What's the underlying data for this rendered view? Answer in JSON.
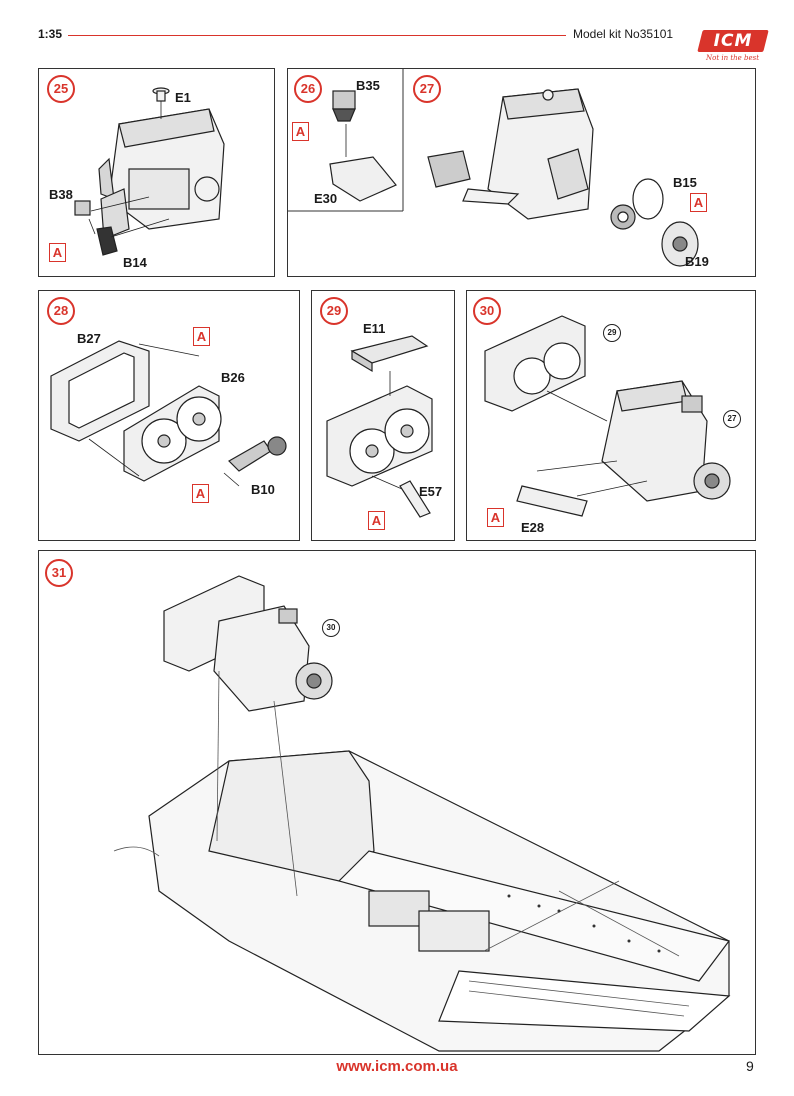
{
  "header": {
    "scale": "1:35",
    "kit": "Model kit No35101",
    "logo": "ICM",
    "logo_tagline": "Not in the best",
    "accent_color": "#d9342b"
  },
  "steps": [
    {
      "num": "25",
      "parts": {
        "e1": "E1",
        "b38": "B38",
        "b14": "B14"
      },
      "marker": "A"
    },
    {
      "num": "26",
      "parts": {
        "b35": "B35",
        "e30": "E30"
      },
      "marker": "A"
    },
    {
      "num": "27",
      "parts": {
        "b15": "B15",
        "b19": "B19"
      },
      "marker": "A"
    },
    {
      "num": "28",
      "parts": {
        "b27": "B27",
        "b26": "B26",
        "b10": "B10"
      },
      "markers": [
        "A",
        "A"
      ]
    },
    {
      "num": "29",
      "parts": {
        "e11": "E11",
        "e57": "E57"
      },
      "marker": "A"
    },
    {
      "num": "30",
      "parts": {
        "e28": "E28"
      },
      "marker": "A",
      "refs": [
        "29",
        "27"
      ]
    },
    {
      "num": "31",
      "refs": [
        "30"
      ]
    }
  ],
  "footer": {
    "url": "www.icm.com.ua",
    "page": "9"
  }
}
